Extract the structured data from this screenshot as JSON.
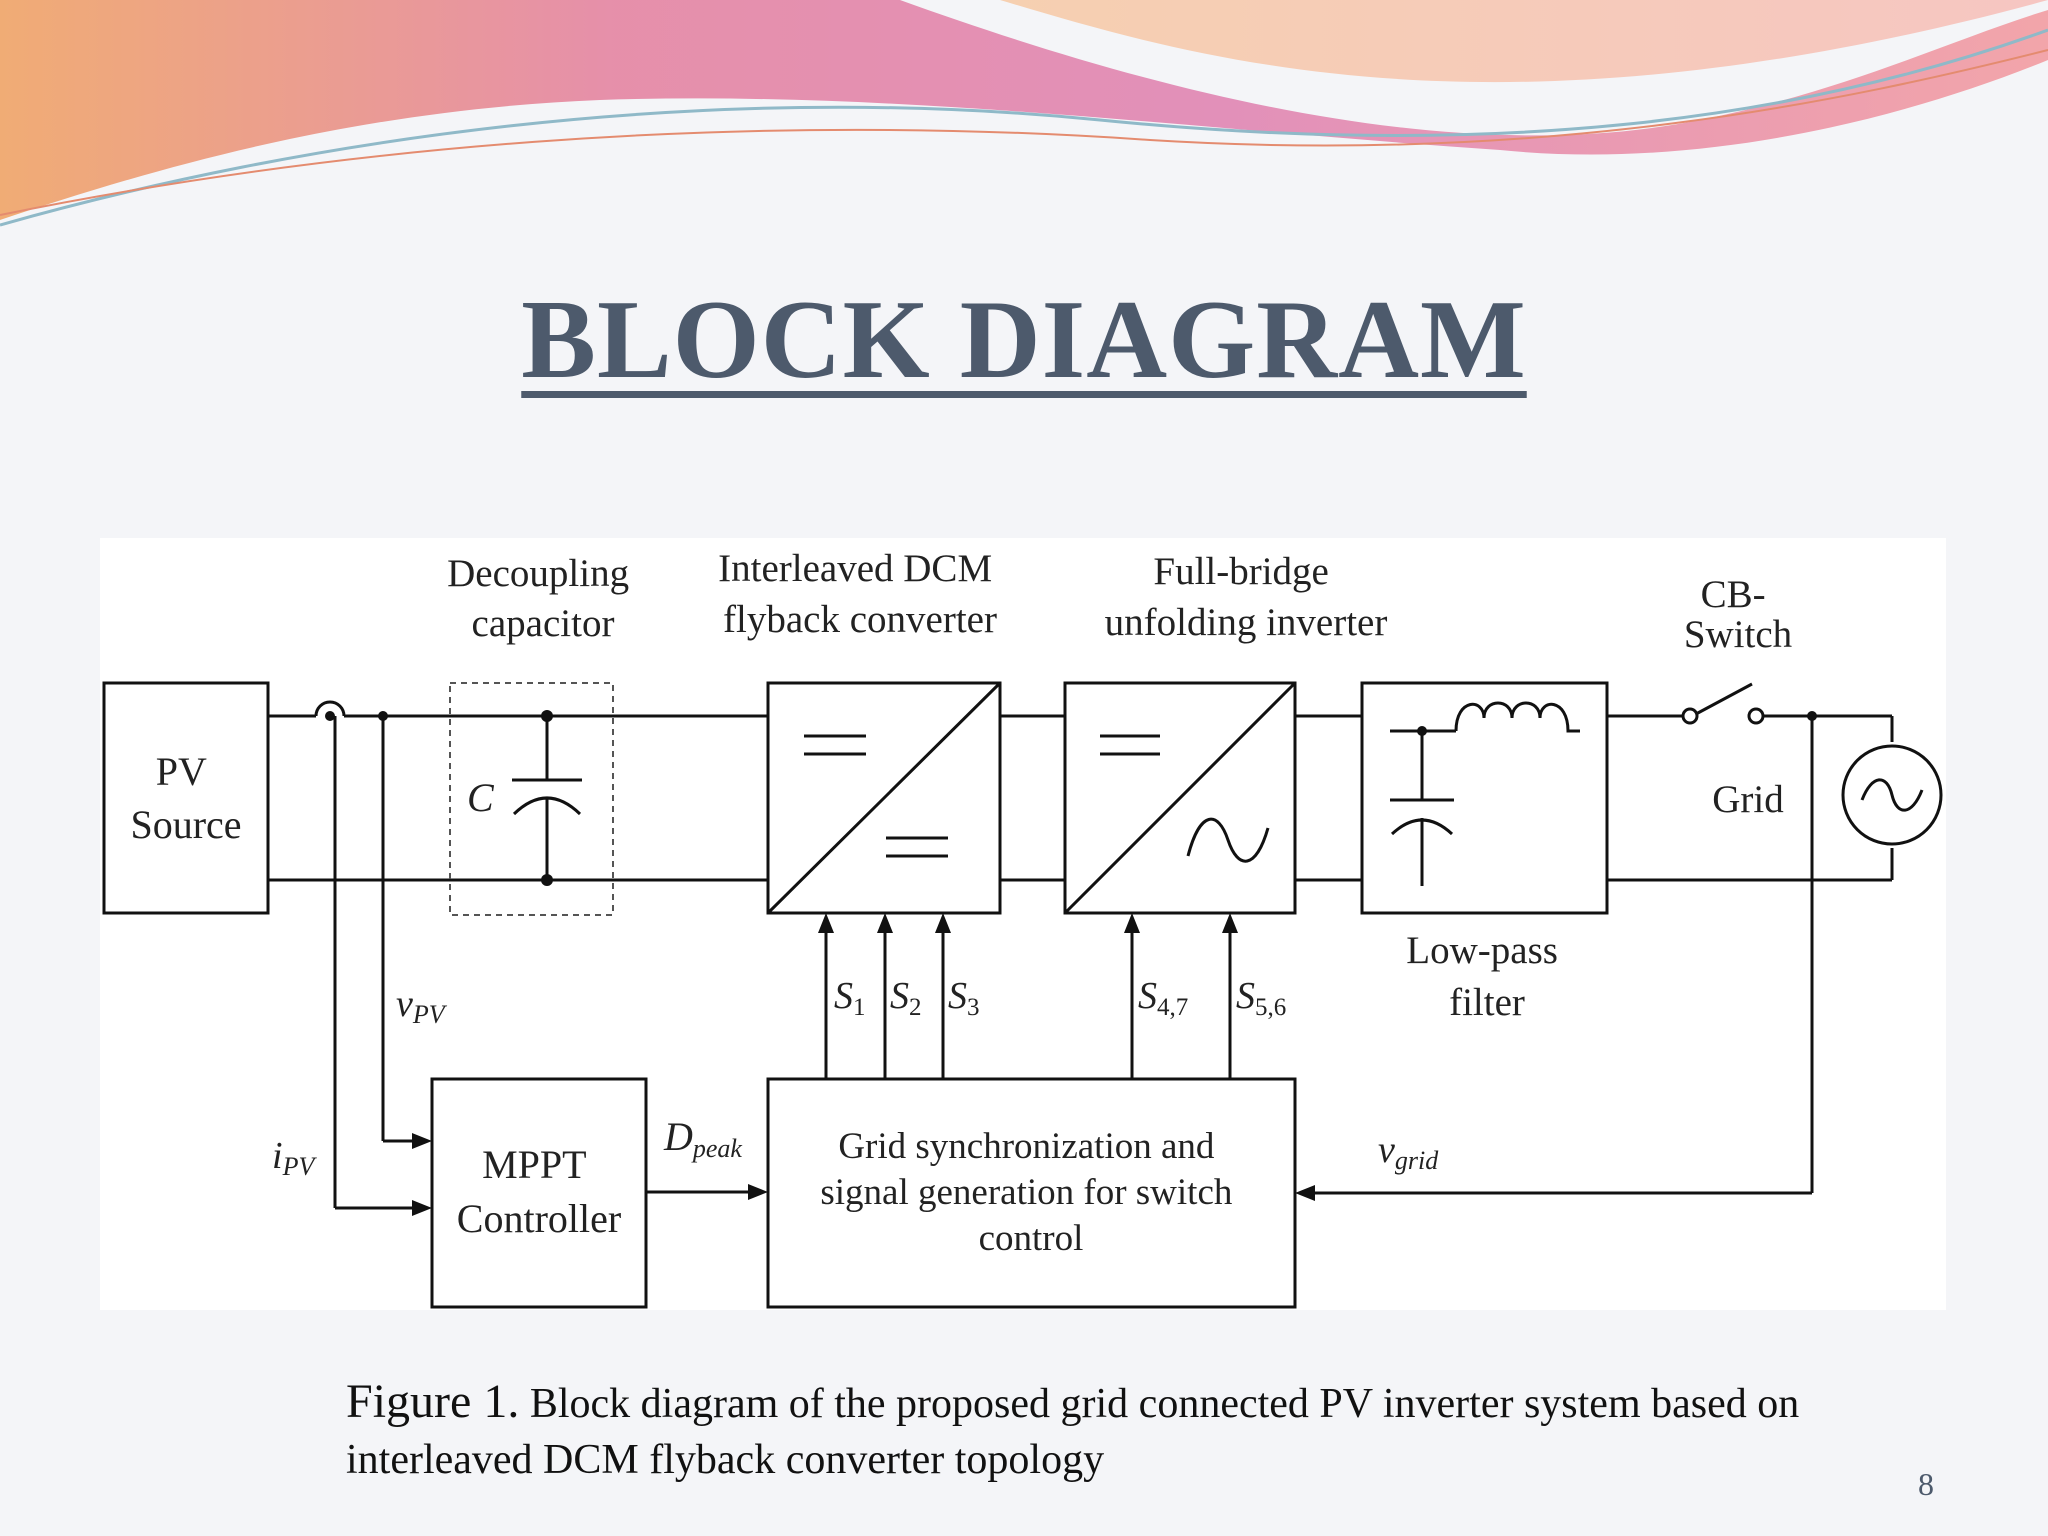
{
  "slide": {
    "title": "BLOCK DIAGRAM",
    "page_number": "8",
    "caption": {
      "label": "Figure 1.",
      "text": " Block diagram of the proposed grid connected PV inverter system based on interleaved DCM flyback converter topology"
    }
  },
  "diagram": {
    "blocks": {
      "pv_source": [
        "PV",
        "Source"
      ],
      "mppt_controller": [
        "MPPT",
        "Controller"
      ],
      "grid_sync": [
        "Grid synchronization and",
        "signal generation for switch",
        "control"
      ]
    },
    "top_labels": {
      "decoupling_capacitor": [
        "Decoupling",
        "capacitor"
      ],
      "flyback_converter": [
        "Interleaved DCM",
        "flyback converter"
      ],
      "unfolding_inverter": [
        "Full-bridge",
        "unfolding inverter"
      ],
      "cb_switch": [
        "CB-",
        "Switch"
      ]
    },
    "labels": {
      "capacitor": "C",
      "low_pass_filter": [
        "Low-pass",
        "filter"
      ],
      "grid": "Grid"
    },
    "signals": {
      "v_pv": {
        "base": "v",
        "sub": "PV"
      },
      "i_pv": {
        "base": "i",
        "sub": "PV"
      },
      "d_peak": {
        "base": "D",
        "sub": "peak"
      },
      "v_grid": {
        "base": "v",
        "sub": "grid"
      },
      "s1": {
        "base": "S",
        "sub": "1"
      },
      "s2": {
        "base": "S",
        "sub": "2"
      },
      "s3": {
        "base": "S",
        "sub": "3"
      },
      "s47": {
        "base": "S",
        "sub": "4,7"
      },
      "s56": {
        "base": "S",
        "sub": "5,6"
      }
    }
  }
}
